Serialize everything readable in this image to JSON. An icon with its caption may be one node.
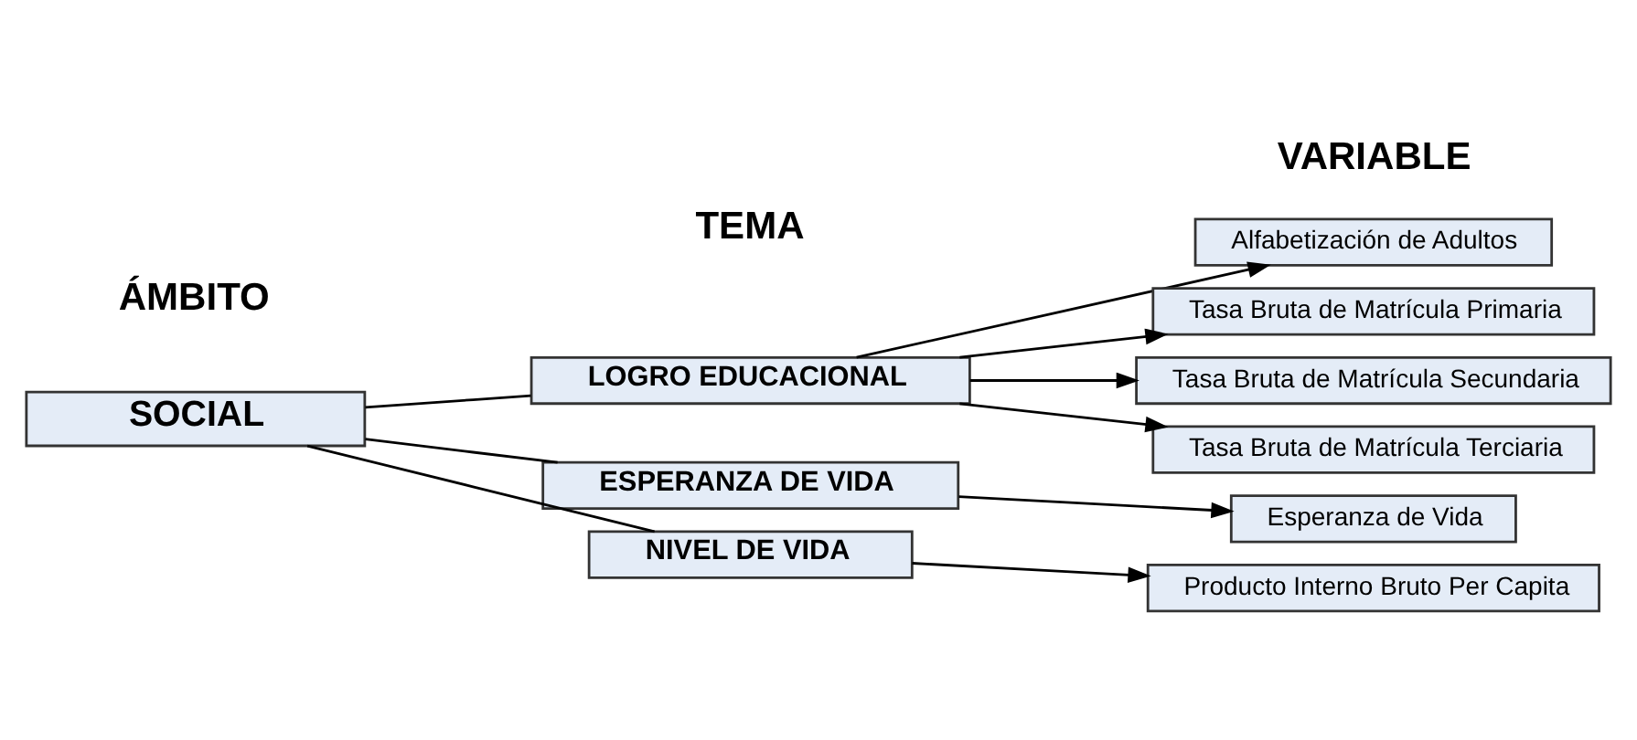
{
  "diagram": {
    "nodes": [
      {
        "text": [
          "SOCIAL"
        ]
      },
      {
        "text": [
          "LOGRO EDUCACIONAL"
        ]
      },
      {
        "text": [
          "ESPERANZA DE VIDA"
        ]
      },
      {
        "text": [
          "NIVEL DE VIDA"
        ]
      },
      {
        "text": [
          "Alfabetización de Adultos"
        ]
      },
      {
        "text": [
          "Tasa Bruta de Matrícula Primaria"
        ]
      },
      {
        "text": [
          "Tasa Bruta de Matrícula Secundaria"
        ]
      },
      {
        "text": [
          "Tasa Bruta de Matrícula Terciaria"
        ]
      },
      {
        "text": [
          "Esperanza de Vida"
        ]
      },
      {
        "text": [
          "Producto Interno Bruto Per Capita"
        ]
      }
    ],
    "edges": [
      {
        "from": 0,
        "to": 1,
        "arrow": "none"
      },
      {
        "from": 0,
        "to": 2,
        "arrow": "none"
      },
      {
        "from": 0,
        "to": 3,
        "arrow": "none"
      },
      {
        "from": 1,
        "to": 4,
        "arrow": "to"
      },
      {
        "from": 1,
        "to": 5,
        "arrow": "to"
      },
      {
        "from": 1,
        "to": 6,
        "arrow": "to"
      },
      {
        "from": 1,
        "to": 7,
        "arrow": "to"
      },
      {
        "from": 2,
        "to": 8,
        "arrow": "to"
      },
      {
        "from": 3,
        "to": 9,
        "arrow": "to"
      }
    ],
    "labels": [
      "ÁMBITO",
      "TEMA",
      "VARIABLE"
    ]
  }
}
